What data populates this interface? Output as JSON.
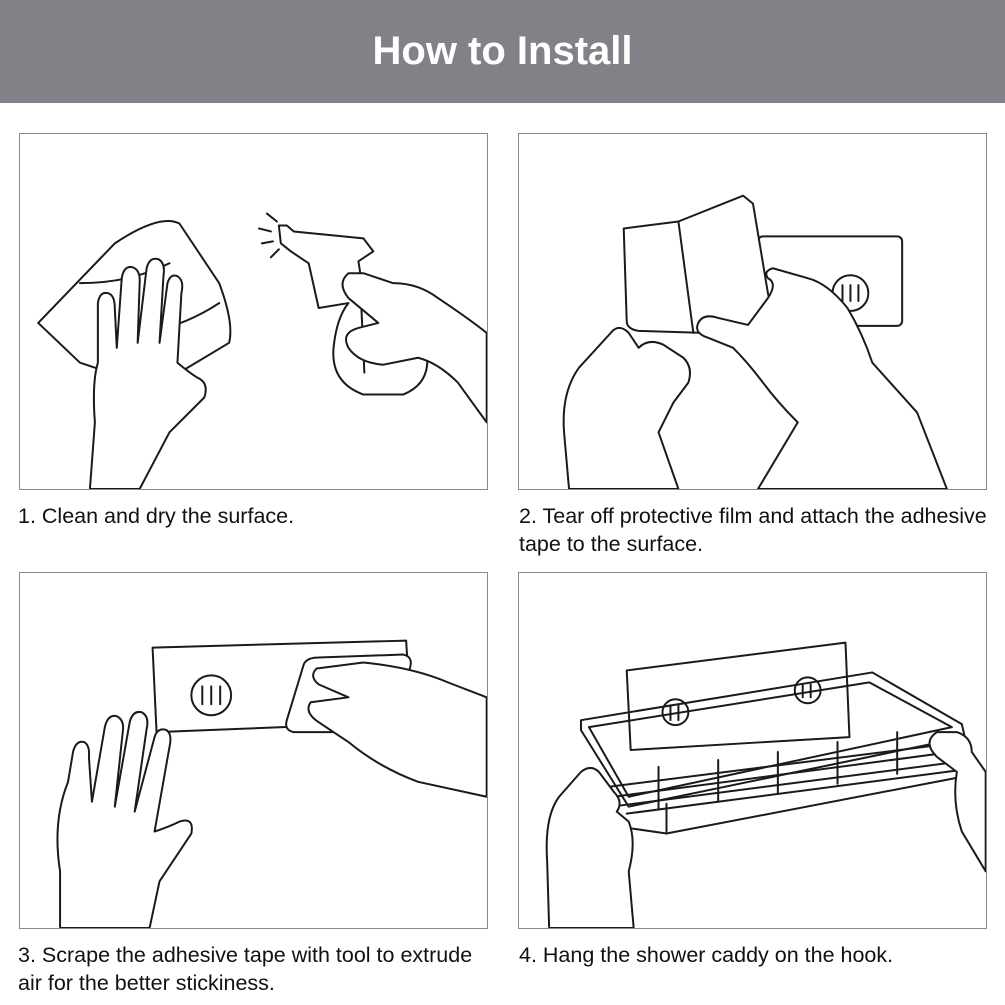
{
  "header": {
    "title": "How to Install"
  },
  "background": "#808287",
  "steps": [
    {
      "caption": "1. Clean and dry the surface.",
      "illustration": "hand-wiping-cloth-spray-bottle"
    },
    {
      "caption": "2. Tear off protective film and attach the adhesive tape to the surface.",
      "illustration": "hands-peeling-film"
    },
    {
      "caption": "3. Scrape the adhesive tape with tool to extrude air for the better stickiness.",
      "illustration": "hands-scraping-tape"
    },
    {
      "caption": "4. Hang the shower caddy on the hook.",
      "illustration": "hands-hanging-caddy"
    }
  ]
}
